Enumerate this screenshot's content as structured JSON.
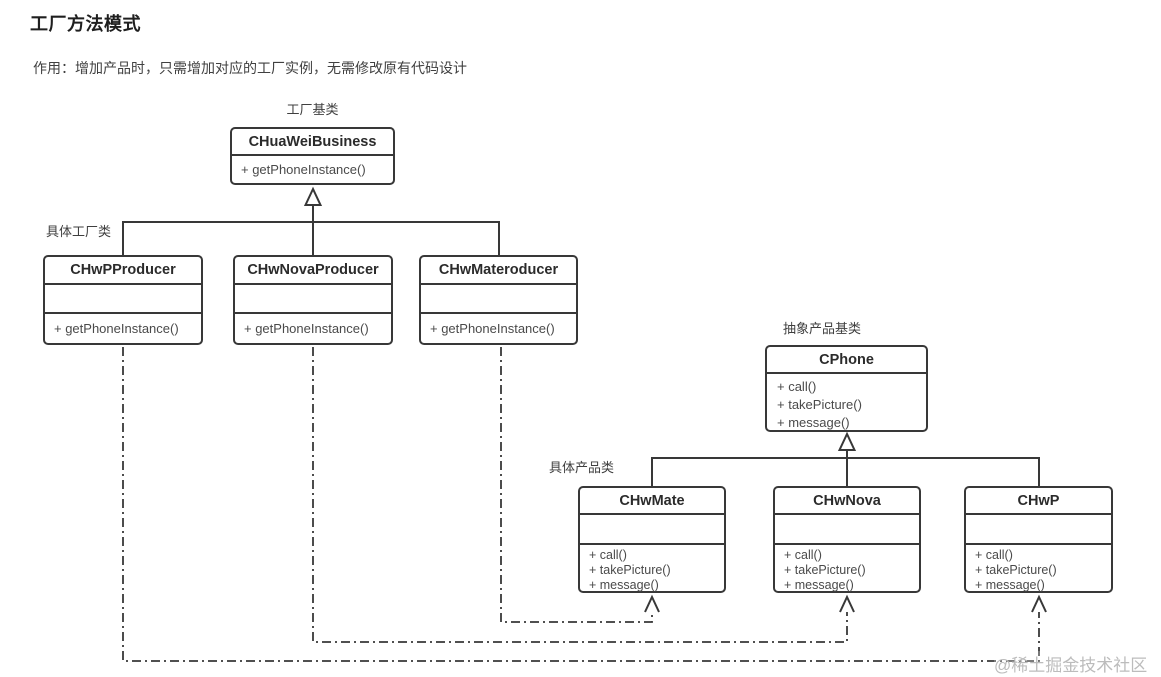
{
  "header": {
    "title": "工厂方法模式",
    "description": "作用：增加产品时，只需增加对应的工厂实例，无需修改原有代码设计"
  },
  "diagram": {
    "labels": {
      "factory_base": "工厂基类",
      "concrete_factories": "具体工厂类",
      "abstract_product": "抽象产品基类",
      "concrete_products": "具体产品类"
    },
    "classes": {
      "huawei_business": {
        "name": "CHuaWeiBusiness",
        "methods": [
          "+ getPhoneInstance()"
        ]
      },
      "hwp_producer": {
        "name": "CHwPProducer",
        "methods": [
          "+ getPhoneInstance()"
        ]
      },
      "hwnova_producer": {
        "name": "CHwNovaProducer",
        "methods": [
          "+ getPhoneInstance()"
        ]
      },
      "hwmate_producer": {
        "name": "CHwMateroducer",
        "methods": [
          "+ getPhoneInstance()"
        ]
      },
      "cphone": {
        "name": "CPhone",
        "methods": [
          "+ call()",
          "+ takePicture()",
          "+ message()"
        ]
      },
      "hwmate": {
        "name": "CHwMate",
        "methods": [
          "+ call()",
          "+ takePicture()",
          "+ message()"
        ]
      },
      "hwnova": {
        "name": "CHwNova",
        "methods": [
          "+ call()",
          "+ takePicture()",
          "+ message()"
        ]
      },
      "hwp": {
        "name": "CHwP",
        "methods": [
          "+ call()",
          "+ takePicture()",
          "+ message()"
        ]
      }
    },
    "relations": {
      "inheritance": "hollow-triangle-arrow",
      "dependency": "dash-dot-open-arrow"
    }
  },
  "watermark": "@稀土掘金技术社区",
  "colors": {
    "line": "#383838",
    "title_text": "#1f1f1f",
    "body_text": "#4a4a4a",
    "watermark": "#bcbcbc",
    "background": "#ffffff"
  }
}
